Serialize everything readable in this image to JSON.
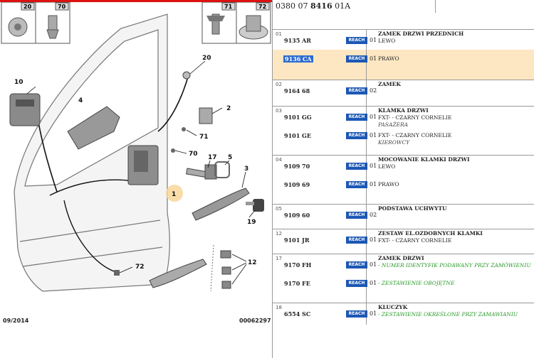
{
  "header": {
    "prefix": "0380 07 ",
    "bold": "8416",
    "suffix": " 01A"
  },
  "diagram": {
    "date": "09/2014",
    "code": "00062297",
    "box_labels": [
      "20",
      "70",
      "71",
      "72"
    ],
    "callouts": [
      "20",
      "10",
      "4",
      "2",
      "71",
      "70",
      "17",
      "5",
      "3",
      "1",
      "19",
      "72",
      "12"
    ]
  },
  "groups": [
    {
      "no": "01",
      "title": "ZAMEK DRZWI PRZEDNICH",
      "lines": [
        {
          "ref": "9135 AR",
          "qty": "01",
          "text": "LEWO",
          "sel": false
        },
        {
          "ref": "9136 CA",
          "qty": "01",
          "text": "PRAWO",
          "sel": true
        }
      ]
    },
    {
      "no": "02",
      "title": "ZAMEK",
      "lines": [
        {
          "ref": "9164 68",
          "qty": "02",
          "text": "",
          "sel": false
        }
      ]
    },
    {
      "no": "03",
      "title": "KLAMKA DRZWI",
      "lines": [
        {
          "ref": "9101 GG",
          "qty": "01",
          "text": "FXT- - CZARNY CORNELIE",
          "sub": "PASAŻERA",
          "sel": false
        },
        {
          "ref": "9101 GE",
          "qty": "01",
          "text": "FXT- - CZARNY CORNELIE",
          "sub": "KIEROWCY",
          "sel": false
        }
      ]
    },
    {
      "no": "04",
      "title": "MOCOWANIE KLAMKI DRZWI",
      "lines": [
        {
          "ref": "9109 70",
          "qty": "01",
          "text": "LEWO",
          "sel": false
        },
        {
          "ref": "9109 69",
          "qty": "01",
          "text": "PRAWO",
          "sel": false
        }
      ]
    },
    {
      "no": "05",
      "title": "PODSTAWA UCHWYTU",
      "lines": [
        {
          "ref": "9109 60",
          "qty": "02",
          "text": "",
          "sel": false
        }
      ]
    },
    {
      "no": "12",
      "title": "ZESTAW EL.OZDOBNYCH KLAMKI",
      "lines": [
        {
          "ref": "9101 JR",
          "qty": "01",
          "text": "FXT- - CZARNY CORNELIE",
          "sel": false
        }
      ]
    },
    {
      "no": "17",
      "title": "ZAMEK DRZWI",
      "lines": [
        {
          "ref": "9170 FH",
          "qty": "01",
          "green": "- NUMER IDENTYFIK PODAWANY PRZY ZAMÓWIENIU",
          "sel": false
        },
        {
          "ref": "9170 FE",
          "qty": "01",
          "green": "- ZESTAWIENIE OBOJĘTNE",
          "sel": false
        }
      ]
    },
    {
      "no": "18",
      "title": "KLUCZYK",
      "lines": [
        {
          "ref": "6554 SC",
          "qty": "01",
          "green": "- ZESTAWIENIE OKREŚLONE PRZY ZAMAWIANIU",
          "sel": false
        }
      ]
    }
  ],
  "reach_label": "REACH"
}
